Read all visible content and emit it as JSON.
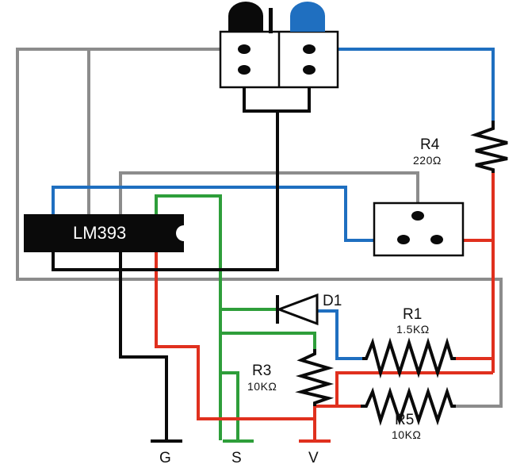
{
  "colors": {
    "gray": "#8c8c8c",
    "blue": "#1f6fc0",
    "red": "#e0301e",
    "green": "#2e9e3a",
    "black": "#0a0a0a",
    "led_blue": "#1f6fc0"
  },
  "ic": {
    "label": "LM393"
  },
  "diode": {
    "label": "D1"
  },
  "resistors": {
    "r1": {
      "name": "R1",
      "value": "1.5KΩ"
    },
    "r3": {
      "name": "R3",
      "value": "10KΩ"
    },
    "r4": {
      "name": "R4",
      "value": "220Ω"
    },
    "r5": {
      "name": "R5",
      "value": "10KΩ"
    }
  },
  "terminals": {
    "g": "G",
    "s": "S",
    "v": "V"
  }
}
